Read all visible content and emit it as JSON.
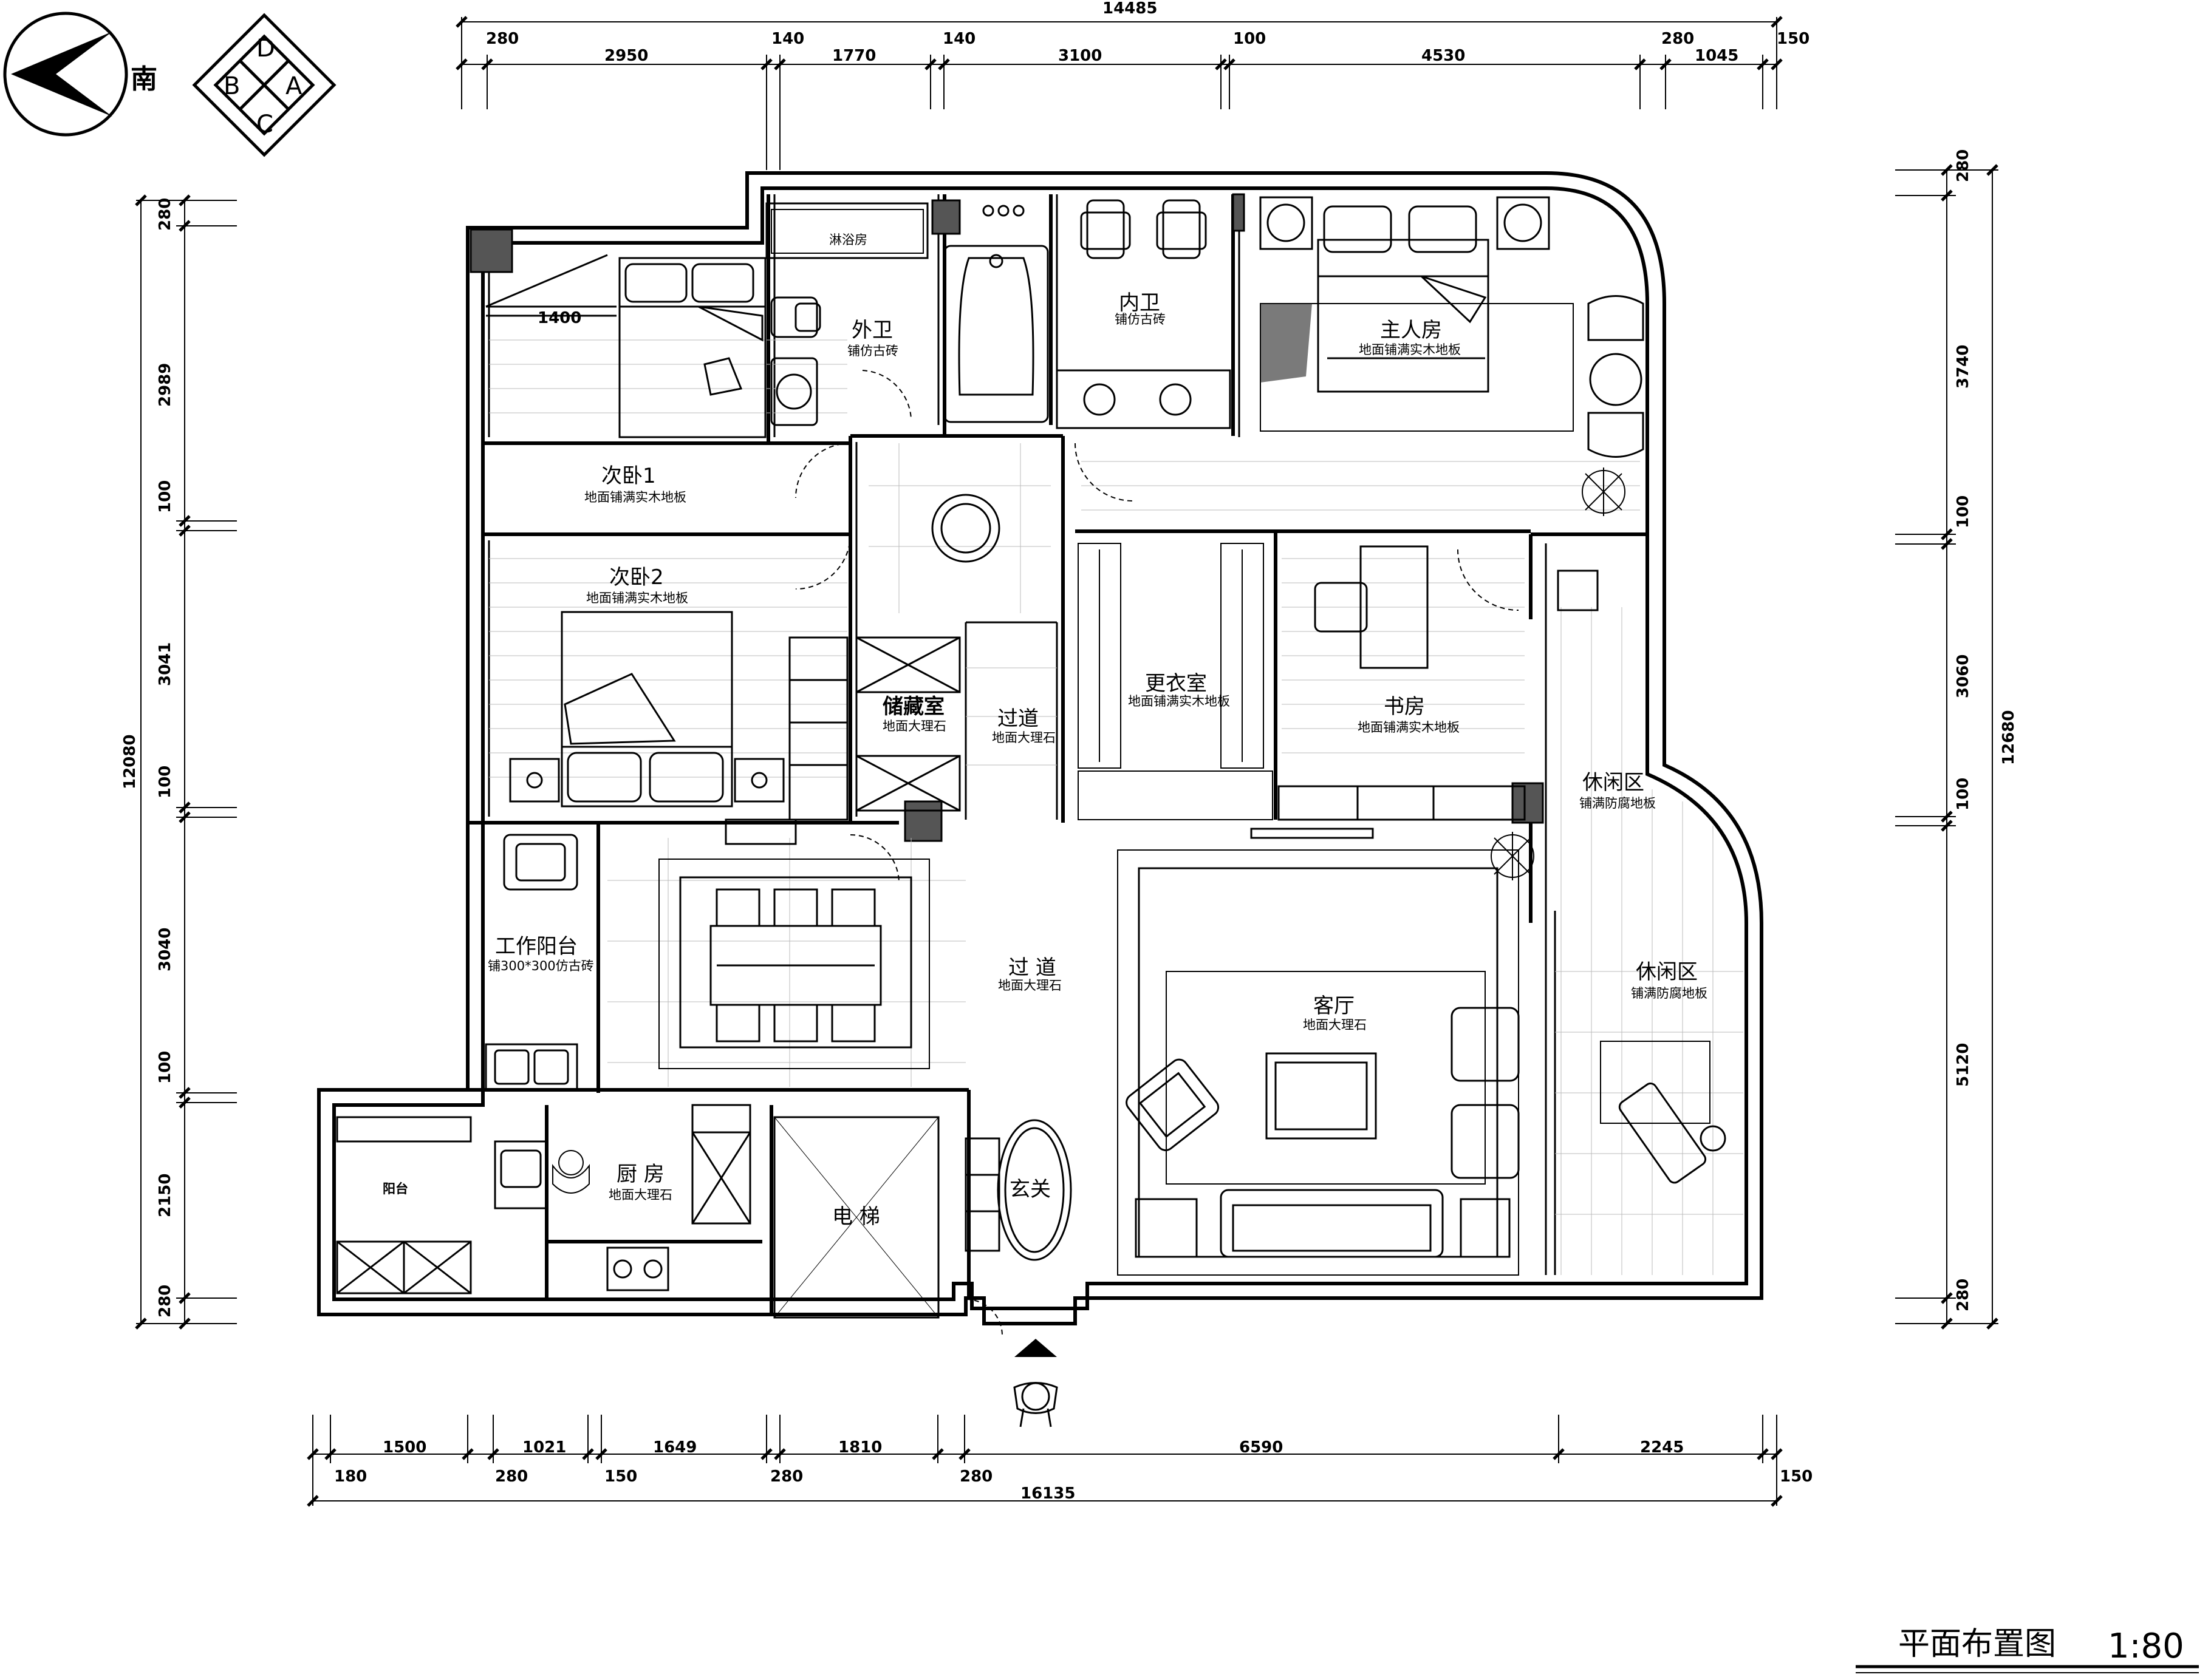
{
  "compass": {
    "direction_label": "南",
    "quadrants": [
      "D",
      "A",
      "C",
      "B"
    ]
  },
  "dims_top": {
    "total": "14485",
    "segments": [
      "280",
      "2950",
      "140",
      "1770",
      "140",
      "3100",
      "100",
      "4530",
      "280",
      "1045",
      "150"
    ]
  },
  "dims_bottom": {
    "total": "16135",
    "upper": [
      "1500",
      "1021",
      "1649",
      "1810",
      "6590",
      "2245"
    ],
    "lower": [
      "180",
      "280",
      "150",
      "280",
      "280",
      "150"
    ]
  },
  "dims_left": {
    "total": "12080",
    "segments": [
      "280",
      "2989",
      "100",
      "3041",
      "100",
      "3040",
      "100",
      "2150",
      "280"
    ]
  },
  "dims_right": {
    "total": "12680",
    "segments": [
      "280",
      "3740",
      "100",
      "3060",
      "100",
      "5120",
      "280"
    ]
  },
  "bed_width_label": "1400",
  "rooms": {
    "shower": "淋浴房",
    "outer_bath": {
      "name": "外卫",
      "floor": "铺仿古砖"
    },
    "inner_bath": {
      "name": "内卫",
      "floor": "铺仿古砖"
    },
    "master": {
      "name": "主人房",
      "floor": "地面铺满实木地板"
    },
    "bedroom1": {
      "name": "次卧1",
      "floor": "地面铺满实木地板"
    },
    "bedroom2": {
      "name": "次卧2",
      "floor": "地面铺满实木地板"
    },
    "storage": {
      "name": "储藏室",
      "floor": "地面大理石"
    },
    "corridor_upper": {
      "name": "过道",
      "floor": "地面大理石"
    },
    "wardrobe": {
      "name": "更衣室",
      "floor": "地面铺满实木地板"
    },
    "study": {
      "name": "书房",
      "floor": "地面铺满实木地板"
    },
    "leisure_upper": {
      "name": "休闲区",
      "floor": "铺满防腐地板"
    },
    "leisure_lower": {
      "name": "休闲区",
      "floor": "铺满防腐地板"
    },
    "work_balcony": {
      "name": "工作阳台",
      "floor": "铺300*300仿古砖"
    },
    "corridor_lower": {
      "name": "过 道",
      "floor": "地面大理石"
    },
    "living": {
      "name": "客厅",
      "floor": "地面大理石"
    },
    "kitchen": {
      "name": "厨 房",
      "floor": "地面大理石"
    },
    "balcony": "阳台",
    "elevator": "电 梯",
    "foyer": "玄关"
  },
  "drawing_title": "平面布置图",
  "scale_label": "1:80"
}
